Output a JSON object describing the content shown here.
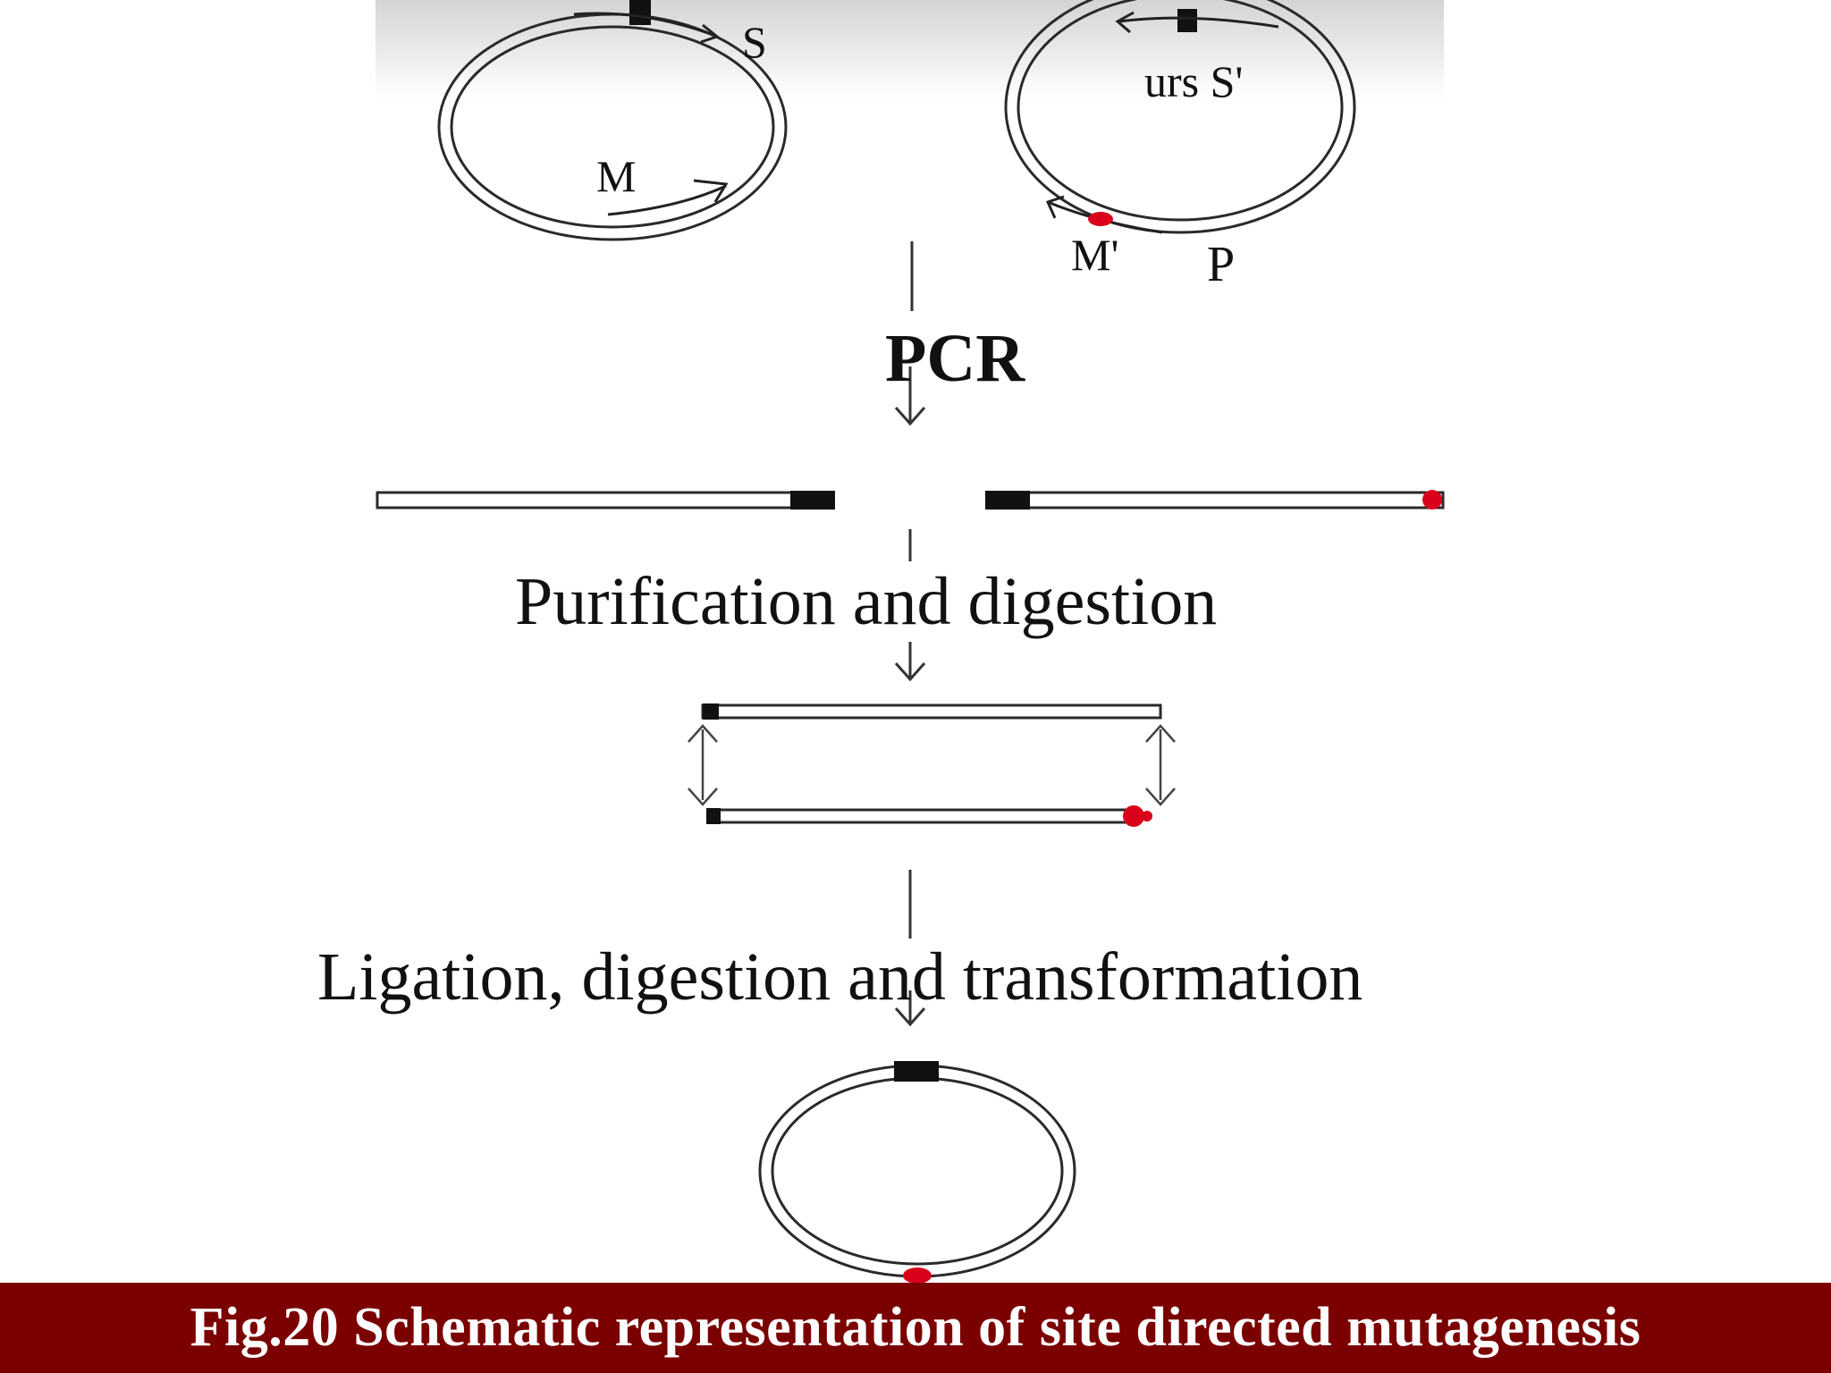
{
  "plasmids_top": {
    "left": {
      "label_s": "S",
      "label_m": "M"
    },
    "right": {
      "label_urs": "urs S'",
      "label_m_prime": "M'",
      "label_p": "P"
    }
  },
  "steps": {
    "pcr": "PCR",
    "purification": "Purification and digestion",
    "ligation": "Ligation, digestion and transformation"
  },
  "caption": "Fig.20 Schematic representation of site directed mutagenesis",
  "colors": {
    "mutation_red": "#d9001b",
    "caption_bar": "#7b0000",
    "strand_dark": "#2a2a2a",
    "marker_black": "#111111"
  }
}
